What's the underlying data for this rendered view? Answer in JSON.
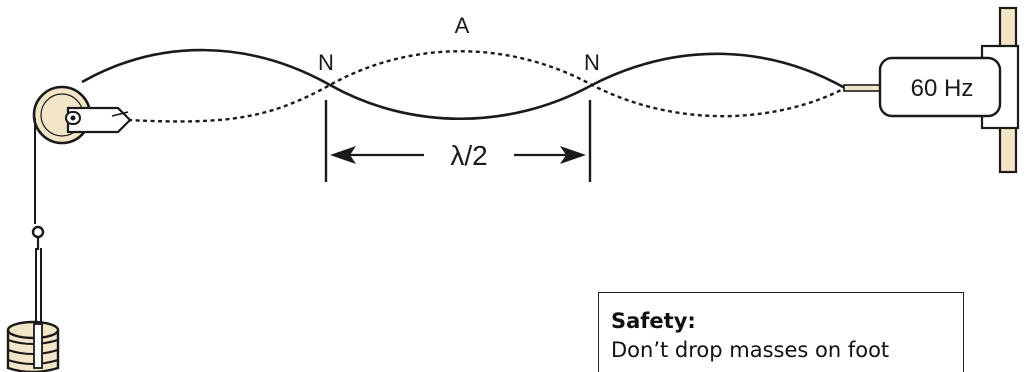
{
  "diagram": {
    "node_left_label": "N",
    "node_right_label": "N",
    "antinode_label": "A",
    "wavelength_label": "λ/2",
    "frequency_label": "60 Hz"
  },
  "safety": {
    "title": "Safety:",
    "text": "Don’t drop masses on foot"
  },
  "colors": {
    "string": "#1a1a1a",
    "pulley_fill": "#f3e6c8",
    "mass_fill": "#f3e6c8",
    "oscillator_fill": "#ffffff"
  }
}
